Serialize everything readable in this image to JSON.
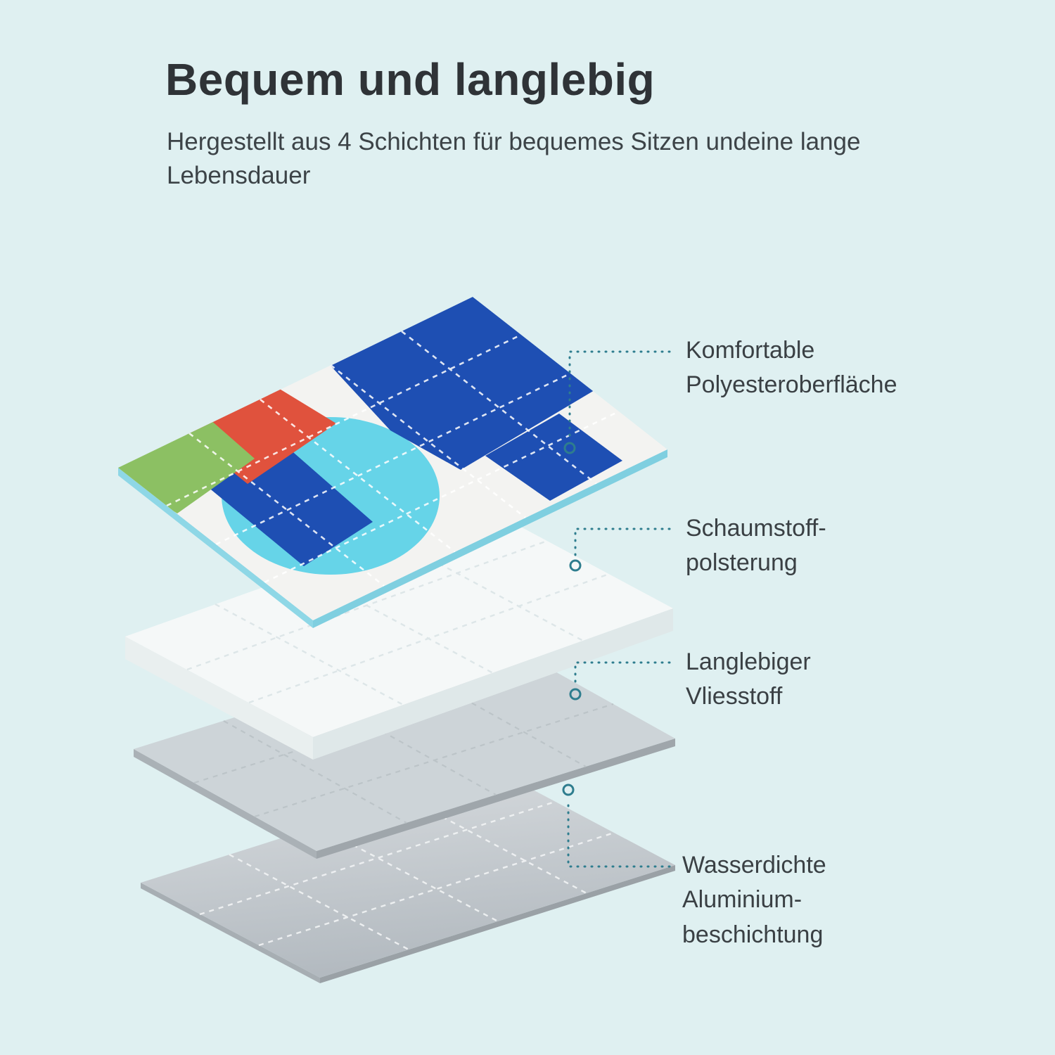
{
  "header": {
    "title": "Bequem und langlebig",
    "subtitle_line1": "Hergestellt aus 4 Schichten für bequemes Sitzen und",
    "subtitle_line2": "eine lange Lebensdauer"
  },
  "colors": {
    "background": "#dff0f1",
    "accent_teal": "#2e7d8e",
    "title_text": "#2f3337",
    "body_text": "#3c4347",
    "layer_blue": "#1e4fb3",
    "layer_light_blue": "#66d4e8",
    "layer_red": "#e0523d",
    "layer_green": "#8cc063",
    "foam_white": "#f5f8f8",
    "fleece_gray": "#cdd4d8",
    "aluminum_silver": "#c2c8cd"
  },
  "diagram": {
    "type": "exploded-layer-diagram",
    "layer_count": "4",
    "layers": [
      {
        "id": "polyester-surface",
        "label_lines": [
          "Komfortable",
          "Polyesteroberfläche"
        ]
      },
      {
        "id": "foam-padding",
        "label_lines": [
          "Schaumstoff-",
          "polsterung"
        ]
      },
      {
        "id": "fleece",
        "label_lines": [
          "Langlebiger",
          "Vliesstoff"
        ]
      },
      {
        "id": "aluminum-coating",
        "label_lines": [
          "Wasserdichte",
          "Aluminium-",
          "beschichtung"
        ]
      }
    ]
  }
}
